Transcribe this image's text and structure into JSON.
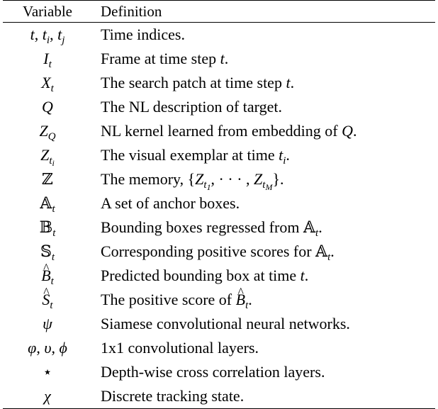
{
  "headers": {
    "variable": "Variable",
    "definition": "Definition"
  },
  "rows": [
    {
      "definition": "Time indices."
    },
    {
      "definition": "Frame at time step t."
    },
    {
      "definition": "The search patch at time step t."
    },
    {
      "definition": "The NL description of target."
    },
    {
      "definition": "NL kernel learned from embedding of Q."
    },
    {
      "definition": "The visual exemplar at time t_i."
    },
    {
      "definition": "The memory, {Z_t1, ···, Z_tM}."
    },
    {
      "definition": "A set of anchor boxes."
    },
    {
      "definition": "Bounding boxes regressed from A_t."
    },
    {
      "definition": "Corresponding positive scores for A_t."
    },
    {
      "definition": "Predicted bounding box at time t."
    },
    {
      "definition": "The positive score of B̂_t."
    },
    {
      "definition": "Siamese convolutional neural networks."
    },
    {
      "definition": "1x1 convolutional layers."
    },
    {
      "definition": "Depth-wise cross correlation layers."
    },
    {
      "definition": "Discrete tracking state."
    }
  ],
  "variables": [
    "t, t_i, t_j",
    "I_t",
    "X_t",
    "Q",
    "Z_Q",
    "Z_t_i",
    "ℤ",
    "𝔸_t",
    "𝔹_t",
    "𝕊_t",
    "B̂_t",
    "Ŝ_t",
    "ψ",
    "φ, υ, ϕ",
    "⋆",
    "χ"
  ]
}
